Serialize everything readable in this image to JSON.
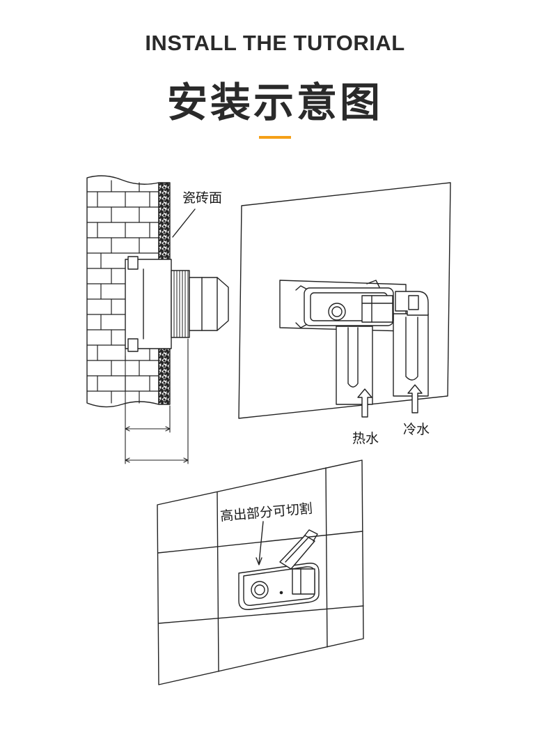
{
  "header": {
    "title_en": "INSTALL THE TUTORIAL",
    "title_zh": "安装示意图",
    "accent_color": "#f5a017"
  },
  "labels": {
    "tile_surface": "瓷砖面",
    "hot_water": "热水",
    "cold_water": "冷水",
    "cut_note": "高出部分可切割"
  },
  "icons": [
    "arrow-up-icon",
    "utility-knife-icon"
  ]
}
